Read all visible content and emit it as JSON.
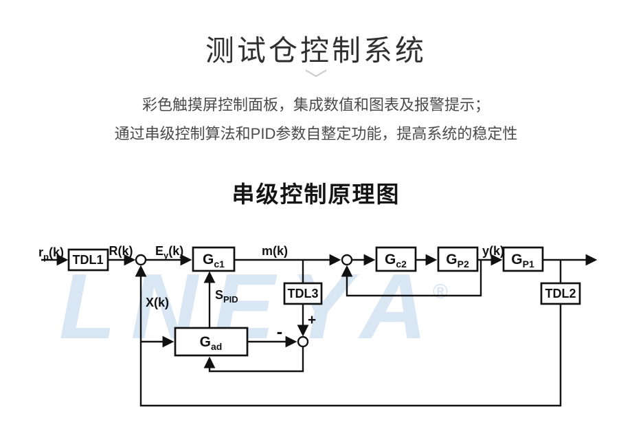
{
  "page": {
    "title": "测试仓控制系统",
    "subtitle_line1": "彩色触摸屏控制面板，集成数值和图表及报警提示；",
    "subtitle_line2": "通过串级控制算法和PID参数自整定功能，提高系统的稳定性",
    "diagram_heading": "串级控制原理图"
  },
  "watermark": {
    "text": "LNEYA",
    "registered": "®"
  },
  "colors": {
    "ink": "#111111",
    "watermark": "#d9e6f3",
    "title": "#303030",
    "subtitle": "#4a4a4a",
    "chevron": "#c9c9c9"
  },
  "diagram": {
    "blocks": {
      "tdl1": "TDL1",
      "tdl2": "TDL2",
      "tdl3": "TDL3",
      "gc1": {
        "main": "G",
        "sub": "c1"
      },
      "gc2": {
        "main": "G",
        "sub": "c2"
      },
      "gp2": {
        "main": "G",
        "sub": "P2"
      },
      "gp1": {
        "main": "G",
        "sub": "P1"
      },
      "gad": {
        "main": "G",
        "sub": "ad"
      }
    },
    "signals": {
      "rp": {
        "main": "r",
        "sub": "p",
        "tail": "(k)"
      },
      "rk": "R(k)",
      "ey": {
        "main": "E",
        "sub": "y",
        "tail": "(k)"
      },
      "mk": "m(k)",
      "yk": "y(k)",
      "xk": "X(k)",
      "spid": {
        "main": "S",
        "sub": "PID"
      },
      "plus": "+",
      "minus": "-"
    }
  }
}
